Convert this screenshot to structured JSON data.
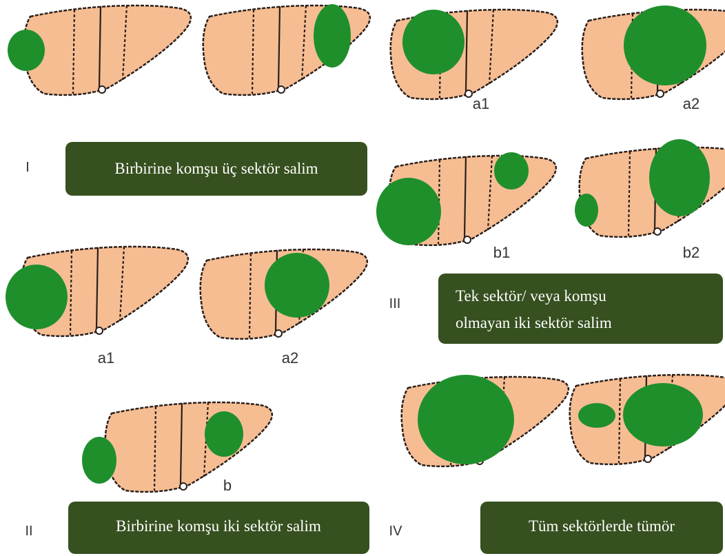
{
  "colors": {
    "liver_fill": "#f6bd93",
    "tumor": "#1f8f2c",
    "box": "#36501f",
    "box_text": "#ffffff"
  },
  "groups": [
    {
      "numeral": "I",
      "caption": [
        "Birbirine komşu üç sektör salim"
      ],
      "sublabels": []
    },
    {
      "numeral": "II",
      "caption": [
        "Birbirine komşu iki sektör salim"
      ],
      "sublabels": [
        "a1",
        "a2",
        "b"
      ]
    },
    {
      "numeral": "III",
      "caption": [
        "Tek sektör/ veya komşu",
        "olmayan iki sektör salim"
      ],
      "sublabels": [
        "a1",
        "a2",
        "b1",
        "b2"
      ]
    },
    {
      "numeral": "IV",
      "caption": [
        "Tüm sektörlerde tümör"
      ],
      "sublabels": []
    }
  ]
}
